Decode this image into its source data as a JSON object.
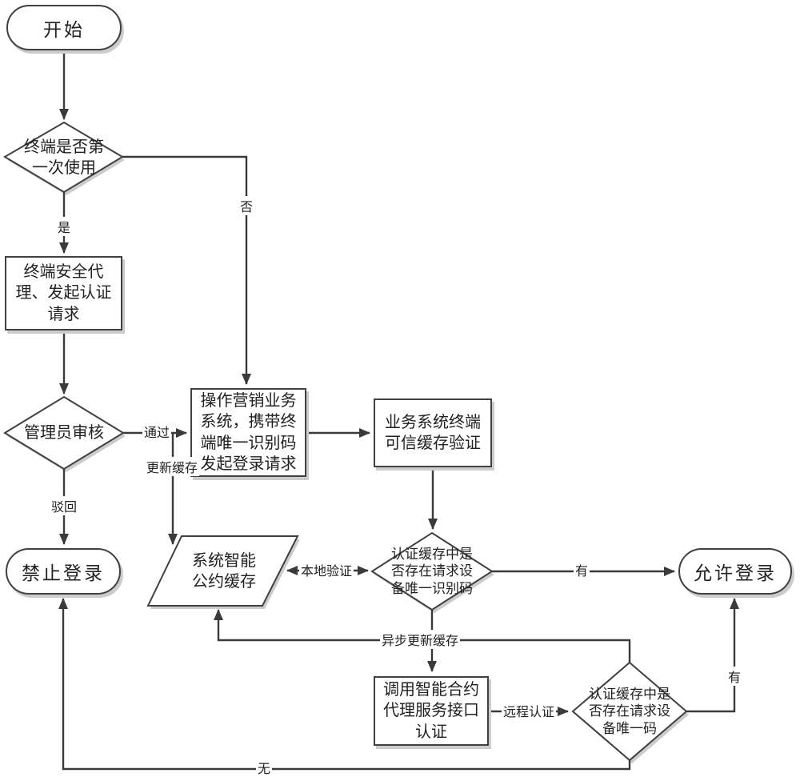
{
  "diagram": {
    "title": "terminal-login-authentication-flowchart",
    "colors": {
      "background": "#ffffff",
      "line": "#3a3a3a",
      "shape_stroke": "#404040",
      "shape_fill": "#ffffff",
      "shadow": "#cccccc",
      "text": "#222222"
    },
    "nodes": {
      "start": {
        "type": "terminator",
        "label": "开始"
      },
      "first_use_decision": {
        "type": "decision",
        "label": "终端是否第\n一次使用"
      },
      "security_agent": {
        "type": "process",
        "label": "终端安全代\n理、发起认证\n请求"
      },
      "admin_review": {
        "type": "decision",
        "label": "管理员审核"
      },
      "forbid_login": {
        "type": "terminator",
        "label": "禁止登录"
      },
      "operate_marketing": {
        "type": "process",
        "label": "操作营销业务\n系统，携带终\n端唯一识别码\n发起登录请求"
      },
      "trusted_cache_verify": {
        "type": "process",
        "label": "业务系统终端\n可信缓存验证"
      },
      "cache_has_device_id": {
        "type": "decision",
        "label": "认证缓存中是\n否存在请求设\n备唯一识别码"
      },
      "smart_contract_cache": {
        "type": "data",
        "label": "系统智能\n公约缓存"
      },
      "allow_login": {
        "type": "terminator",
        "label": "允许登录"
      },
      "call_contract_api": {
        "type": "process",
        "label": "调用智能合约\n代理服务接口\n认证"
      },
      "remote_cache_has_id": {
        "type": "decision",
        "label": "认证缓存中是\n否存在请求设\n备唯一码"
      }
    },
    "edge_labels": {
      "yes": "是",
      "no": "否",
      "pass": "通过",
      "update_cache": "更新缓存",
      "reject": "驳回",
      "local_verify": "本地验证",
      "exists_right": "有",
      "exists_up": "有",
      "async_update_cache": "异步更新缓存",
      "remote_auth": "远程认证",
      "none": "无"
    }
  }
}
